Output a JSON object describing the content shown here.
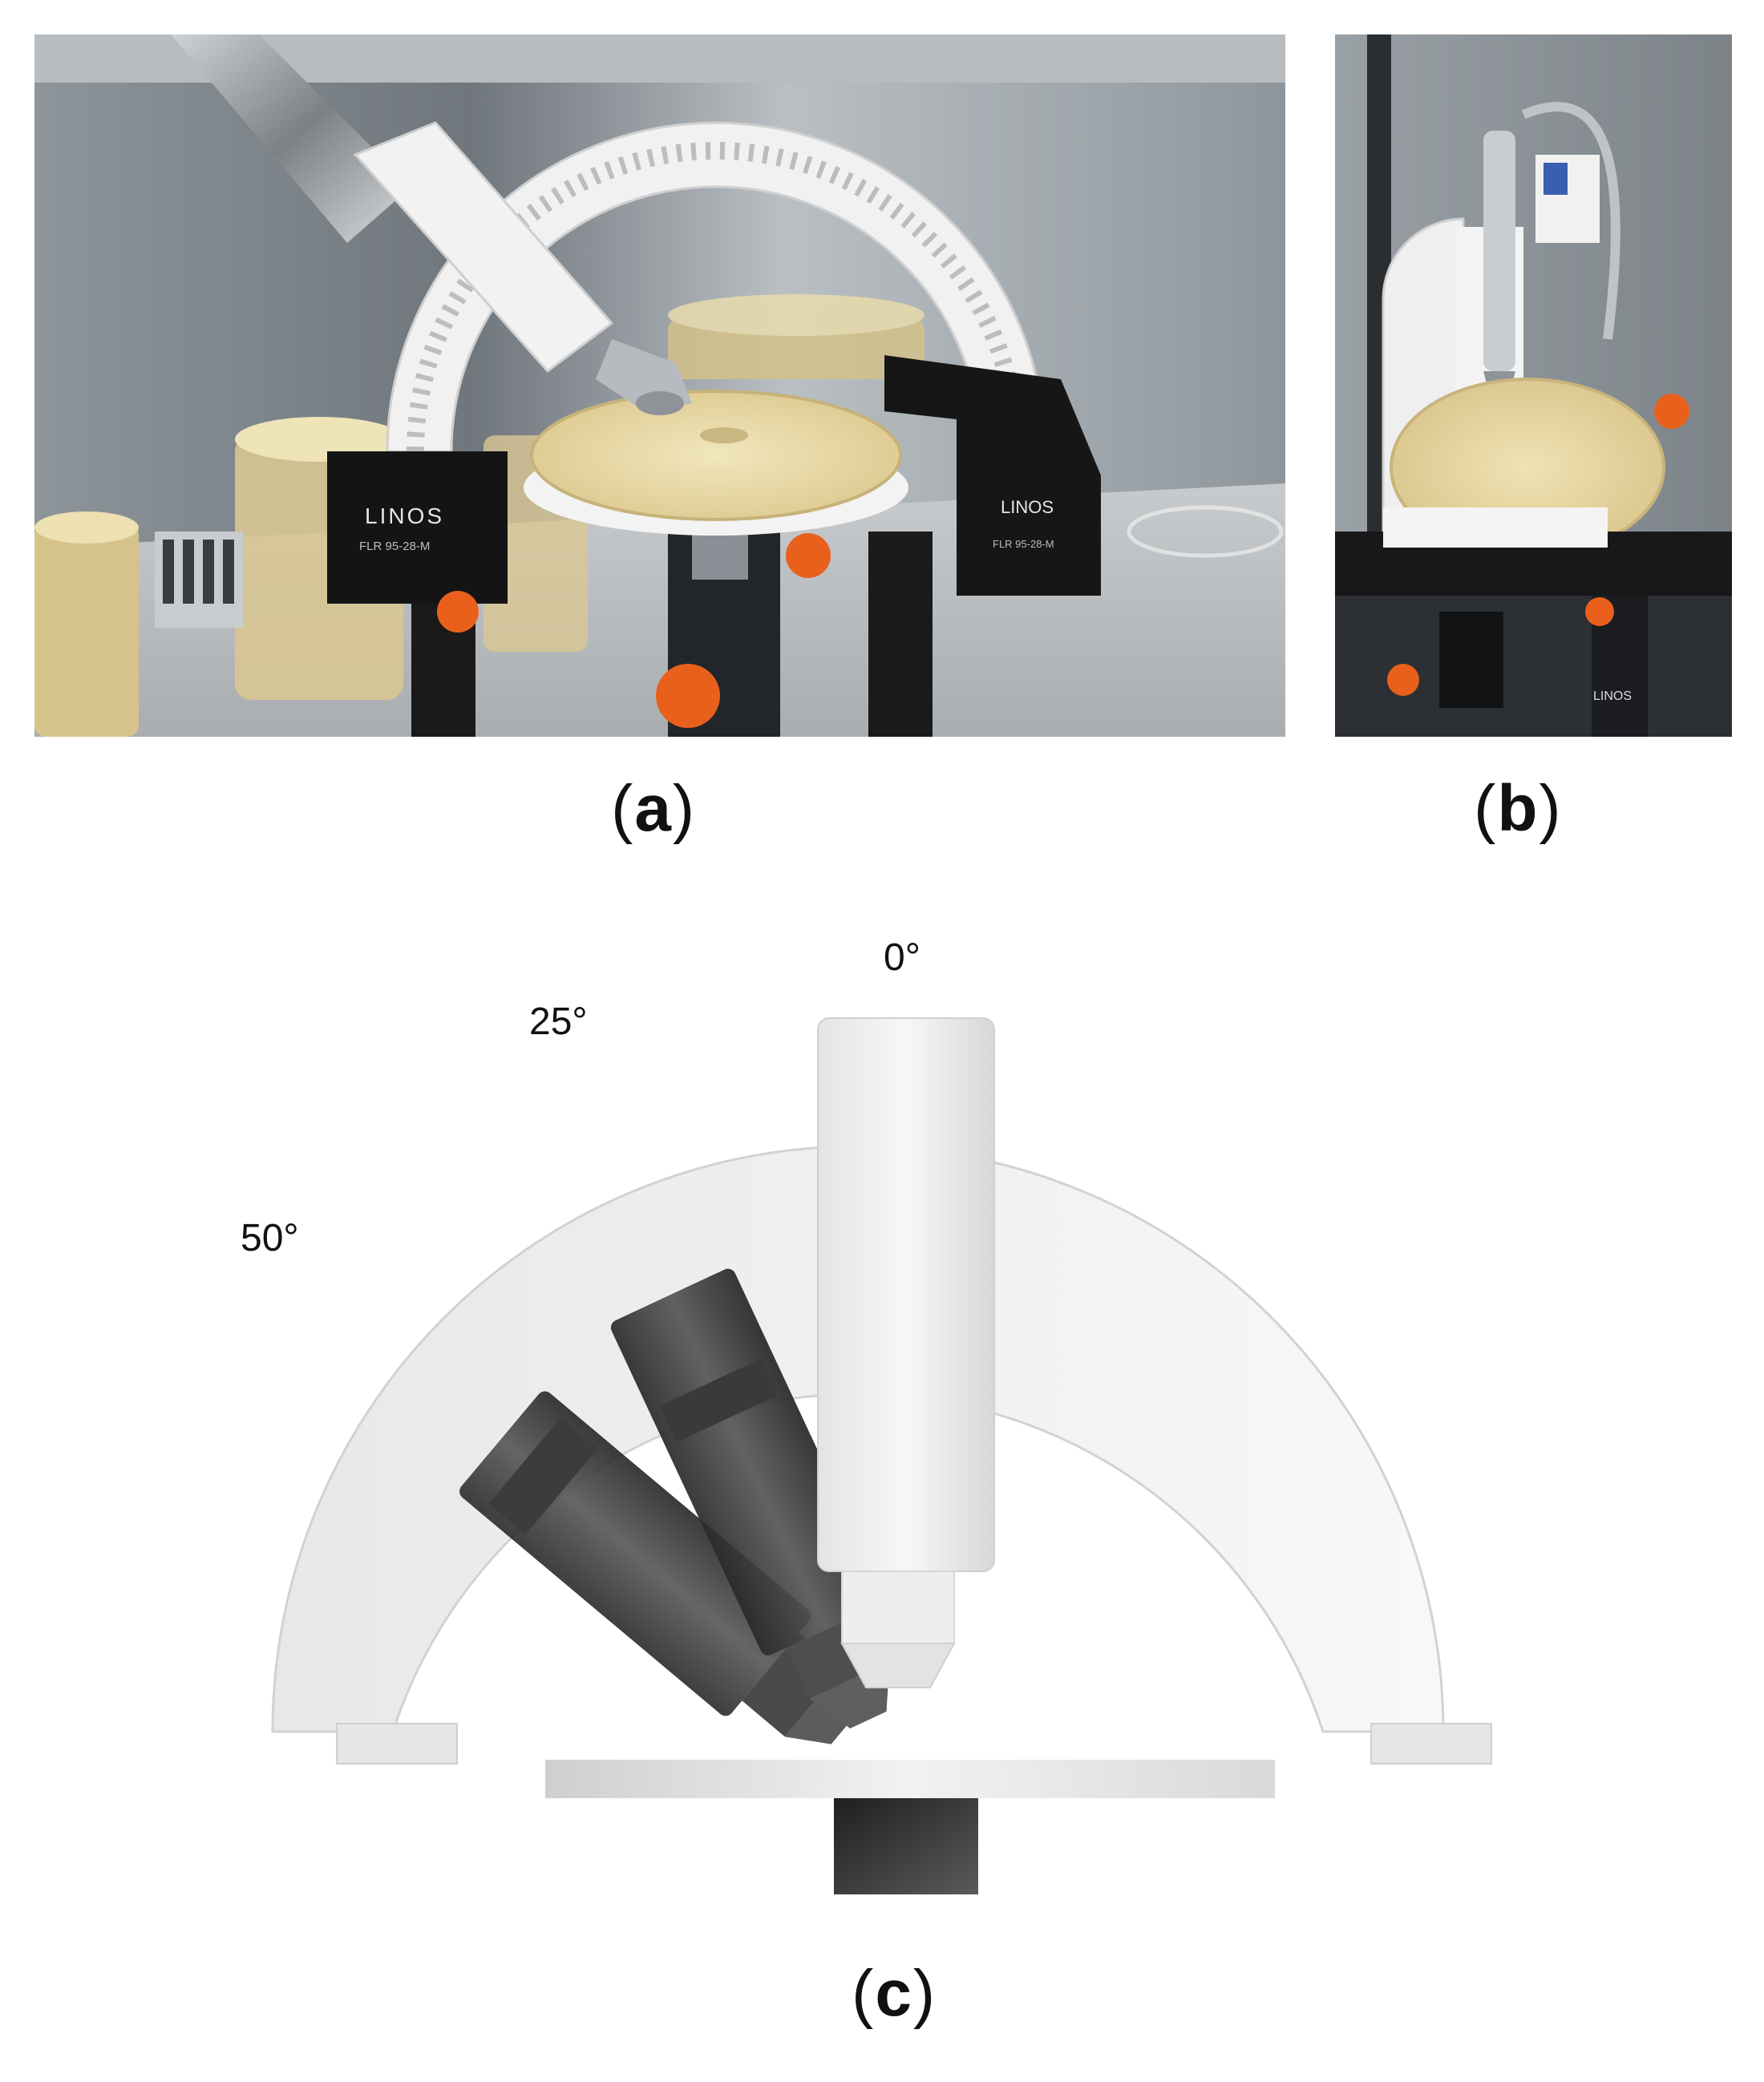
{
  "panels": {
    "a": {
      "open": "(",
      "letter": "a",
      "close": ")"
    },
    "b": {
      "open": "(",
      "letter": "b",
      "close": ")"
    },
    "c": {
      "open": "(",
      "letter": "c",
      "close": ")"
    }
  },
  "photo_a": {
    "left_block_brand": "LINOS",
    "left_block_model": "FLR 95-28-M",
    "right_block_brand": "LINOS",
    "right_block_model": "FLR 95-28-M"
  },
  "photo_b": {
    "post_brand": "LINOS"
  },
  "diagram": {
    "angles": [
      "0°",
      "25°",
      "50°"
    ]
  },
  "colors": {
    "linos_block": "#141414",
    "orange_knob": "#e8601c",
    "agar": "#e9d9a6",
    "printed_part": "#f2f2f2",
    "steel": "#9ea3a7"
  }
}
